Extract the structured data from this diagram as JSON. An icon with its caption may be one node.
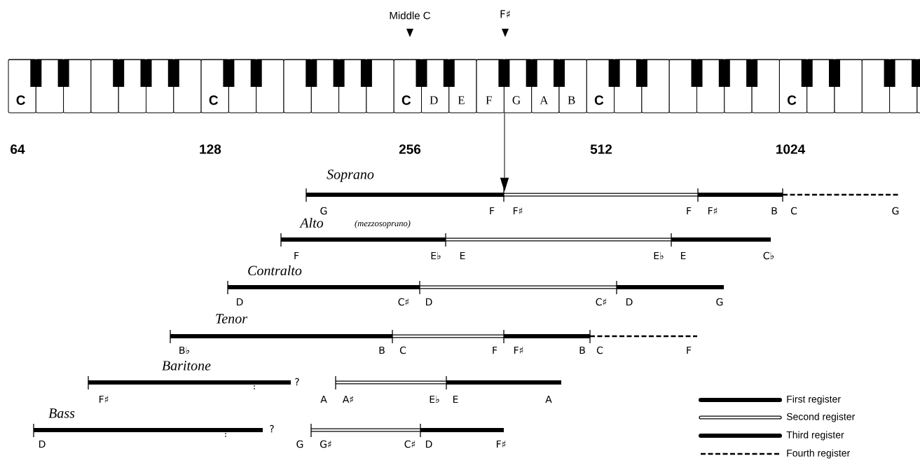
{
  "diagram": {
    "nodes": [
      {
        "text": [
          "C",
          "C",
          "C",
          "D",
          "E",
          "F",
          "G",
          "A",
          "B",
          "C",
          "C"
        ]
      },
      {
        "text": [
          "Soprano"
        ],
        "beside": [
          "G",
          "F",
          "F♯",
          "F",
          "F♯",
          "B",
          "C",
          "G"
        ]
      },
      {
        "text": [
          "Alto",
          "(mezzosoprano)"
        ],
        "beside": [
          "F",
          "E♭",
          "E",
          "E♭",
          "E",
          "C♭"
        ]
      },
      {
        "text": [
          "Contralto"
        ],
        "beside": [
          "D",
          "C♯",
          "D",
          "C♯",
          "D",
          "G"
        ]
      },
      {
        "text": [
          "Tenor"
        ],
        "beside": [
          "B♭",
          "B",
          "C",
          "F",
          "F♯",
          "B",
          "C",
          "F"
        ]
      },
      {
        "text": [
          "Baritone",
          "?"
        ],
        "beside": [
          "F♯",
          "A",
          "A♯",
          "E♭",
          "E",
          "A"
        ]
      },
      {
        "text": [
          "Bass",
          "?"
        ],
        "beside": [
          "D",
          "G",
          "G♯",
          "C♯",
          "D",
          "F♯"
        ]
      }
    ],
    "edges": [
      {
        "from": 0,
        "to": 1,
        "arrow": "to"
      }
    ],
    "labels": [
      "Middle C",
      "F♯",
      "64",
      "128",
      "256",
      "512",
      "1024"
    ],
    "legend": [
      {
        "text": "First register"
      },
      {
        "text": "Second register"
      },
      {
        "text": "Third register"
      },
      {
        "text": "Fourth register"
      }
    ]
  }
}
